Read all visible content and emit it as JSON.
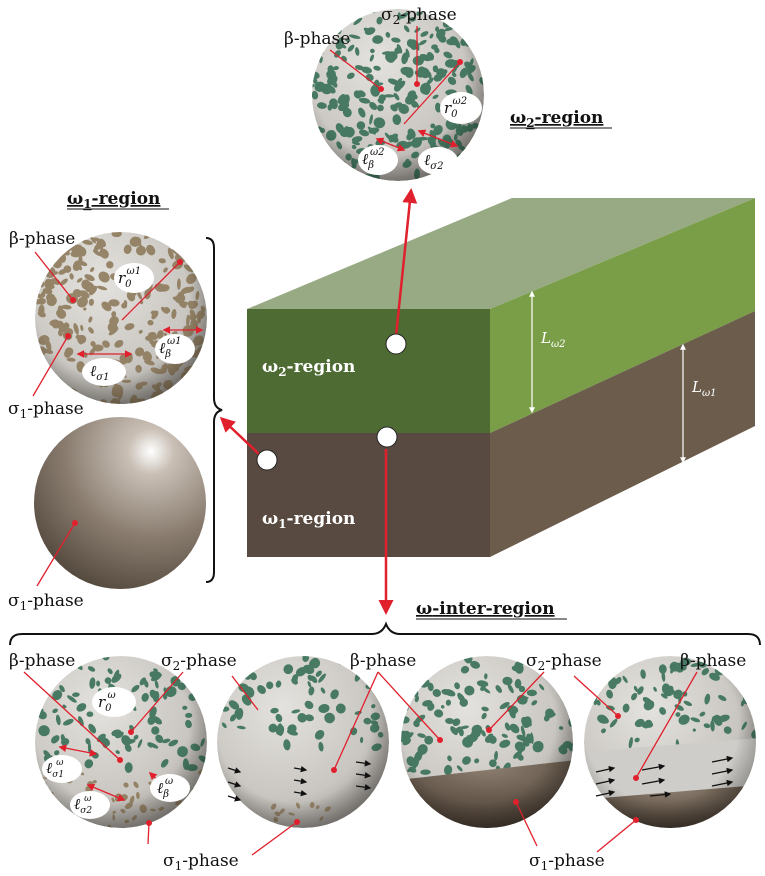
{
  "colors": {
    "omega2_front": "#4e6b33",
    "omega2_side": "#7a9e48",
    "omega2_top": "#97aa84",
    "omega1_front": "#584a40",
    "omega1_side": "#6b5c4c",
    "beta_gray": "#cfcdc9",
    "sigma2_green": "#2f6a50",
    "sigma1_brown": "#8a7656",
    "arrow_red": "#e0202c"
  },
  "omega2_panel": {
    "title_prefix": "ω",
    "title_sub": "2",
    "title_suffix": "-region",
    "beta_label": "β-phase",
    "sigma_label_greek": "σ",
    "sigma_label_sub": "2",
    "sigma_label_suffix": "-phase",
    "r_symbol": "r",
    "r_sub": "0",
    "r_sup": "ω2",
    "ell_beta": "ℓ",
    "ell_beta_sub": "β",
    "ell_beta_sup": "ω2",
    "ell_sigma": "ℓ",
    "ell_sigma_sub": "σ2"
  },
  "omega1_panel": {
    "title_prefix": "ω",
    "title_sub": "1",
    "title_suffix": "-region",
    "beta_label": "β-phase",
    "sigma_label_greek": "σ",
    "sigma_label_sub": "1",
    "sigma_label_suffix": "-phase",
    "r_symbol": "r",
    "r_sub": "0",
    "r_sup": "ω1",
    "ell_beta": "ℓ",
    "ell_beta_sub": "β",
    "ell_beta_sup": "ω1",
    "ell_sigma": "ℓ",
    "ell_sigma_sub": "σ1",
    "solid_sigma_greek": "σ",
    "solid_sigma_sub": "1",
    "solid_sigma_suffix": "-phase"
  },
  "block": {
    "omega2_prefix": "ω",
    "omega2_sub": "2",
    "omega2_suffix": "-region",
    "omega1_prefix": "ω",
    "omega1_sub": "1",
    "omega1_suffix": "-region",
    "L2_symbol": "L",
    "L2_sub": "ω2",
    "L1_symbol": "L",
    "L1_sub": "ω1"
  },
  "inter_panel": {
    "title_prefix": "ω",
    "title_suffix": "-inter-region",
    "beta_1": "β-phase",
    "sigma2_1_greek": "σ",
    "sigma2_1_sub": "2",
    "sigma2_1_suffix": "-phase",
    "beta_2": "β-phase",
    "sigma2_2_greek": "σ",
    "sigma2_2_sub": "2",
    "sigma2_2_suffix": "-phase",
    "beta_3": "β-phase",
    "sigma1_1_greek": "σ",
    "sigma1_1_sub": "1",
    "sigma1_1_suffix": "-phase",
    "sigma1_2_greek": "σ",
    "sigma1_2_sub": "1",
    "sigma1_2_suffix": "-phase",
    "r_symbol": "r",
    "r_sub": "0",
    "r_sup": "ω",
    "ell_s1": "ℓ",
    "ell_s1_sub": "σ1",
    "ell_s1_sup": "ω",
    "ell_s2": "ℓ",
    "ell_s2_sub": "σ2",
    "ell_s2_sup": "ω",
    "ell_b": "ℓ",
    "ell_b_sub": "β",
    "ell_b_sup": "ω"
  }
}
